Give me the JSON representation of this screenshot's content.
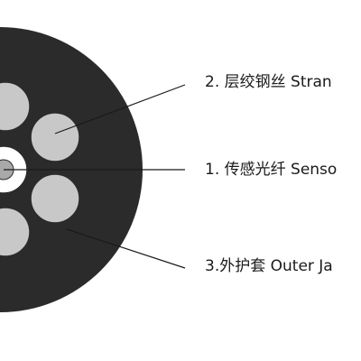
{
  "colors": {
    "jacket": "#2b2b2b",
    "strand_wire": "#c8c8c8",
    "fiber_ring": "#ffffff",
    "fiber_core": "#a9a9a9",
    "leader_line": "#1a1a1a",
    "label_text": "#1a1a1a",
    "background": "#ffffff"
  },
  "callouts": [
    {
      "text": "2. 层绞钢丝 Stran"
    },
    {
      "text": "1. 传感光纤 Senso"
    },
    {
      "text": "3.外护套 Outer Ja"
    }
  ]
}
